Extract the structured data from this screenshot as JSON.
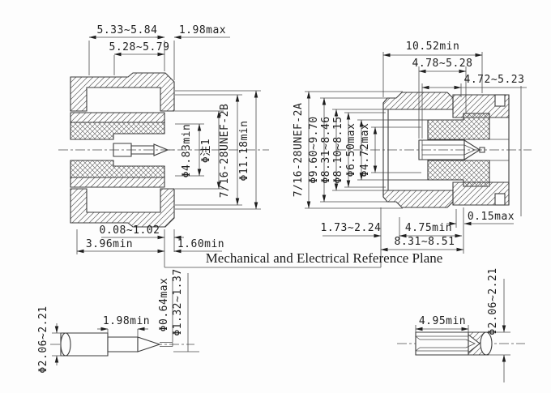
{
  "title": "Mechanical and Electrical Reference Plane",
  "male_view": {
    "dim_top_outer": "5.33~5.84",
    "dim_top_lip": "1.98max",
    "dim_top_inner": "5.28~5.79",
    "dia_bore": "Φ4.83min",
    "dia_note": "Φ注1",
    "thread": "7/16-28UNEF-2B",
    "dia_front": "Φ11.18min",
    "dim_insulator_setback": "0.08~1.02",
    "dim_thread_length": "3.96min",
    "dim_depth": "1.60min"
  },
  "female_view": {
    "dim_overall": "10.52min",
    "dim_contact": "4.78~5.28",
    "dim_insulator": "4.72~5.23",
    "thread": "7/16-28UNEF-2A",
    "dia_outer": "Φ9.60~9.70",
    "dia_2": "Φ8.31~8.46",
    "dia_3": "Φ8.10~8.15",
    "dia_4": "Φ6.50max",
    "dia_5": "Φ4.72max",
    "dim_bot_1": "1.73~2.24",
    "dim_bot_2": "4.75min",
    "dim_bot_3": "0.15max",
    "dim_bot_4": "8.31~8.51"
  },
  "pin_detail": {
    "dia_body": "Φ2.06~2.21",
    "length": "1.98min",
    "dia_tip": "Φ0.64max",
    "dia_mid": "Φ1.32~1.37"
  },
  "socket_detail": {
    "length": "4.95min",
    "dia_body": "Φ2.06~2.21"
  },
  "colors": {
    "line": "#3c3c3c",
    "text": "#1e1e1e",
    "background": "#fdfdfd"
  }
}
